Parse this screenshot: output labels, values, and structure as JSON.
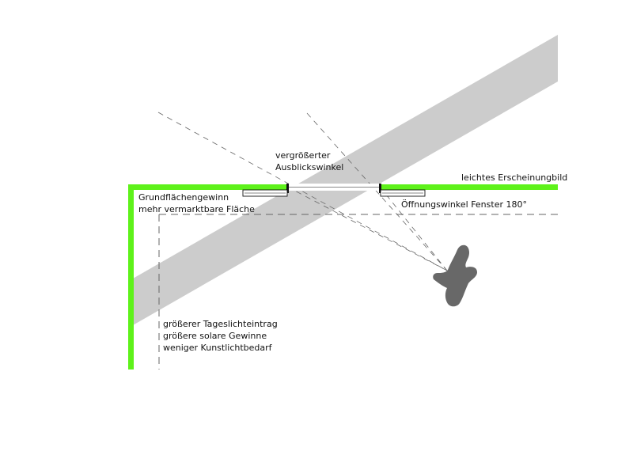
{
  "labels": {
    "outlook_angle": [
      "vergrößerter",
      "Ausblickswinkel"
    ],
    "light_appearance": "leichtes Erscheinungbild",
    "floor_gain": [
      "Grundflächengewinn",
      "mehr vermarktbare Fläche"
    ],
    "window_angle": "Öffnungswinkel Fenster 180°",
    "daylight": [
      "größerer Tageslichteintrag",
      "größere solare Gewinne",
      "weniger Kunstlichtbedarf"
    ]
  },
  "colors": {
    "facade": "#5ef21a",
    "light_band": "#cccccc",
    "person": "#686868",
    "lines": "#666666",
    "text": "#111111"
  },
  "icons": {
    "person": "person-top-view-icon"
  }
}
